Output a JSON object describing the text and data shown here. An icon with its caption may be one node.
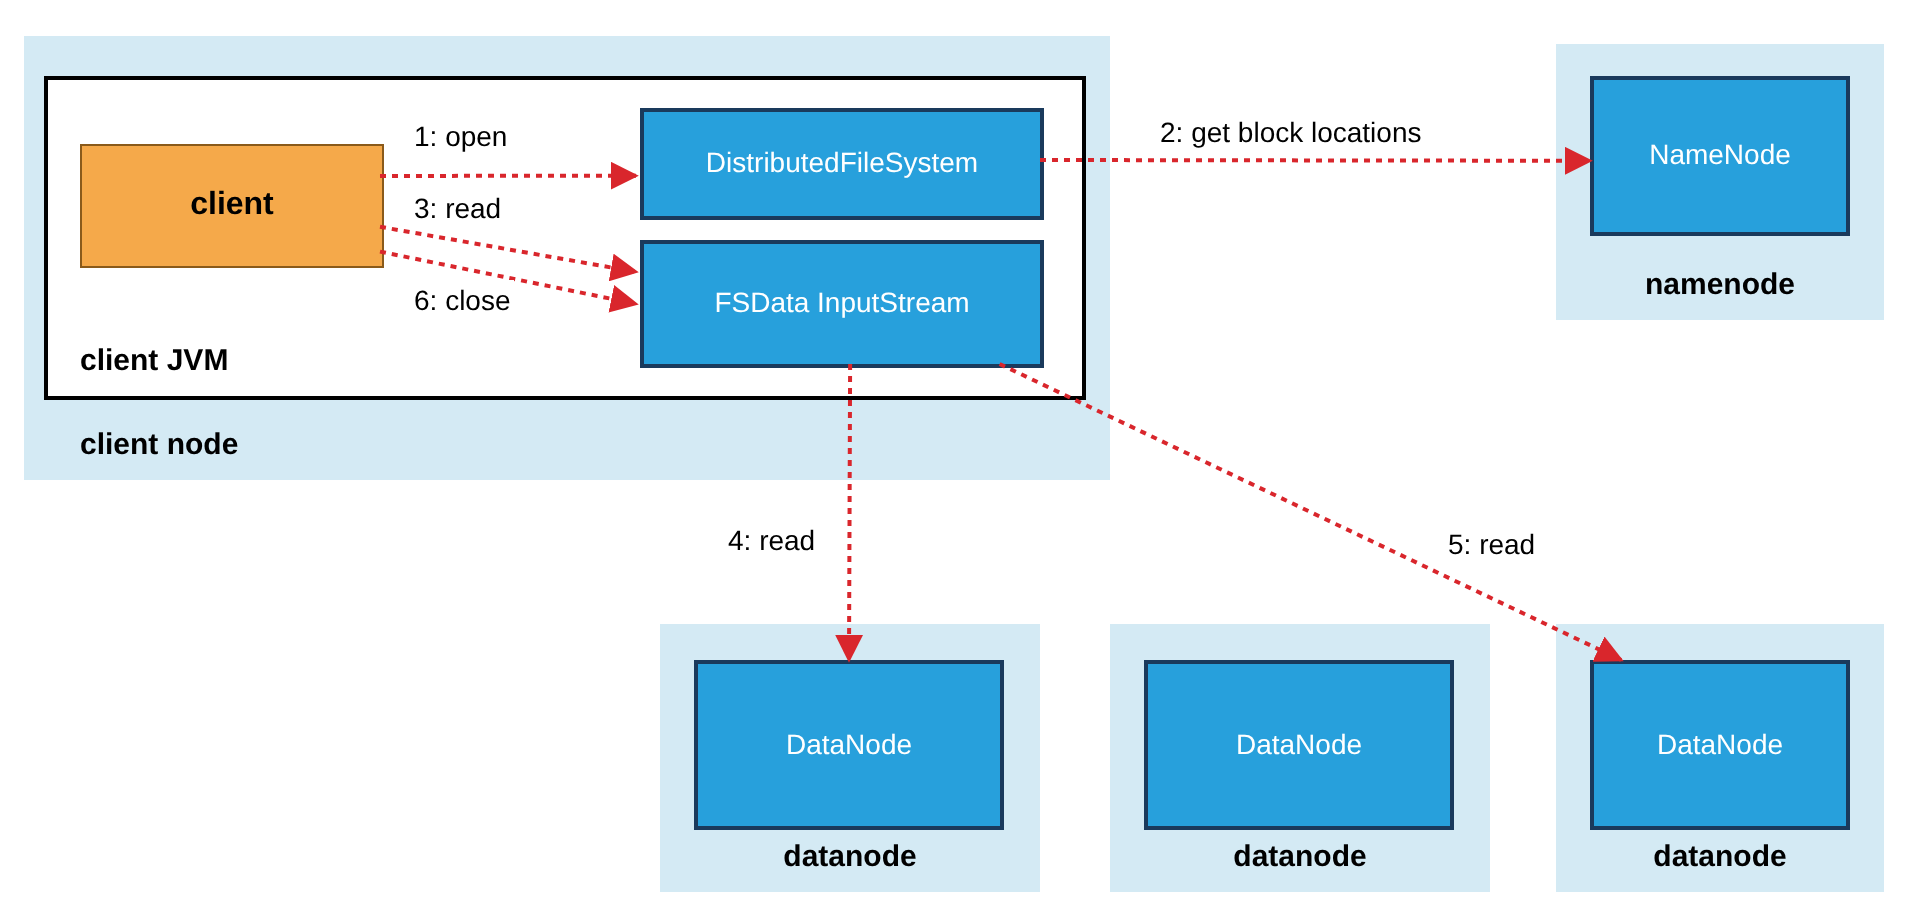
{
  "diagram": {
    "nodes": [
      {
        "text": [
          "client node"
        ]
      },
      {
        "text": [
          "client JVM"
        ],
        "in": 0
      },
      {
        "text": [
          "client"
        ],
        "in": 1
      },
      {
        "text": [
          "DistributedFileSystem"
        ],
        "in": 1
      },
      {
        "text": [
          "FSData InputStream"
        ],
        "in": 1
      },
      {
        "text": [
          "namenode"
        ]
      },
      {
        "text": [
          "NameNode"
        ],
        "in": 5
      },
      {
        "text": [
          "datanode"
        ]
      },
      {
        "text": [
          "DataNode"
        ],
        "in": 7
      },
      {
        "text": [
          "datanode"
        ]
      },
      {
        "text": [
          "DataNode"
        ],
        "in": 9
      },
      {
        "text": [
          "datanode"
        ]
      },
      {
        "text": [
          "DataNode"
        ],
        "in": 11
      }
    ],
    "edges": [
      {
        "from": 2,
        "to": 3,
        "arrow": "to",
        "label": "1: open",
        "style": "dashed"
      },
      {
        "from": 3,
        "to": 6,
        "arrow": "to",
        "label": "2: get block locations",
        "style": "dashed"
      },
      {
        "from": 2,
        "to": 4,
        "arrow": "to",
        "label": "3: read",
        "style": "dashed"
      },
      {
        "from": 4,
        "to": 8,
        "arrow": "to",
        "label": "4: read",
        "style": "dashed"
      },
      {
        "from": 4,
        "to": 12,
        "arrow": "to",
        "label": "5: read",
        "style": "dashed"
      },
      {
        "from": 2,
        "to": 4,
        "arrow": "to",
        "label": "6: close",
        "style": "dashed"
      }
    ]
  }
}
